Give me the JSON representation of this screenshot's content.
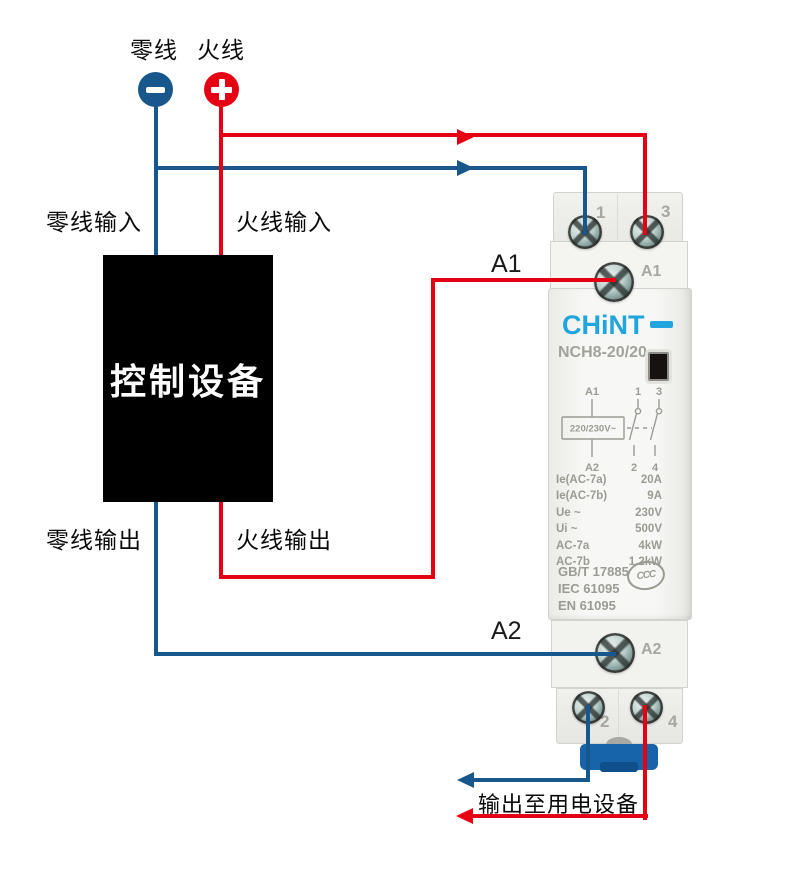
{
  "legend": {
    "neutral_label": "零线",
    "live_label": "火线"
  },
  "io_labels": {
    "neutral_input": "零线输入",
    "live_input": "火线输入",
    "neutral_output": "零线输出",
    "live_output": "火线输出"
  },
  "node_labels": {
    "a1": "A1",
    "a2": "A2"
  },
  "control_box": {
    "label": "控制设备"
  },
  "load_label": "输出至用电设备",
  "device": {
    "brand": "CHiNT",
    "model": "NCH8-20/20",
    "terminals": {
      "t1": "1",
      "t3": "3",
      "a1": "A1",
      "a2": "A2",
      "t2": "2",
      "t4": "4"
    },
    "schematic": {
      "a1": "A1",
      "p1": "1",
      "p3": "3",
      "coil": "220/230V~",
      "a2": "A2",
      "p2": "2",
      "p4": "4"
    },
    "specs": [
      {
        "label": "Ie(AC-7a)",
        "value": "20A"
      },
      {
        "label": "Ie(AC-7b)",
        "value": "9A"
      },
      {
        "label": "Ue ~",
        "value": "230V"
      },
      {
        "label": "Ui ~",
        "value": "500V"
      },
      {
        "label": "AC-7a",
        "value": "4kW"
      },
      {
        "label": "AC-7b",
        "value": "1.2kW"
      }
    ],
    "certifications": [
      "GB/T 17885",
      "IEC 61095",
      "EN 61095"
    ],
    "ccc_mark": "CCC"
  },
  "colors": {
    "neutral_wire": "#17578c",
    "live_wire": "#e60014",
    "brand_blue": "#21a5de",
    "clip_blue": "#1864aa"
  }
}
